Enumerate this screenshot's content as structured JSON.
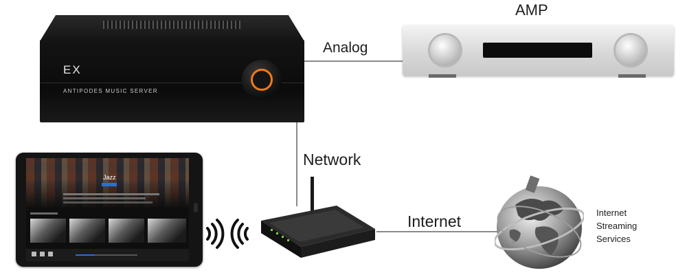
{
  "server": {
    "model": "EX",
    "name": "ANTIPODES MUSIC SERVER"
  },
  "amp": {
    "label": "AMP"
  },
  "connections": {
    "analog": "Analog",
    "network": "Network",
    "internet": "Internet"
  },
  "streaming": {
    "lines": [
      "Internet",
      "Streaming",
      "Services"
    ]
  },
  "tablet_app": {
    "title": "Jazz"
  },
  "colors": {
    "knob_ring": "#f07a1a",
    "line": "#8a8a8a",
    "accent": "#2a6fd6"
  }
}
